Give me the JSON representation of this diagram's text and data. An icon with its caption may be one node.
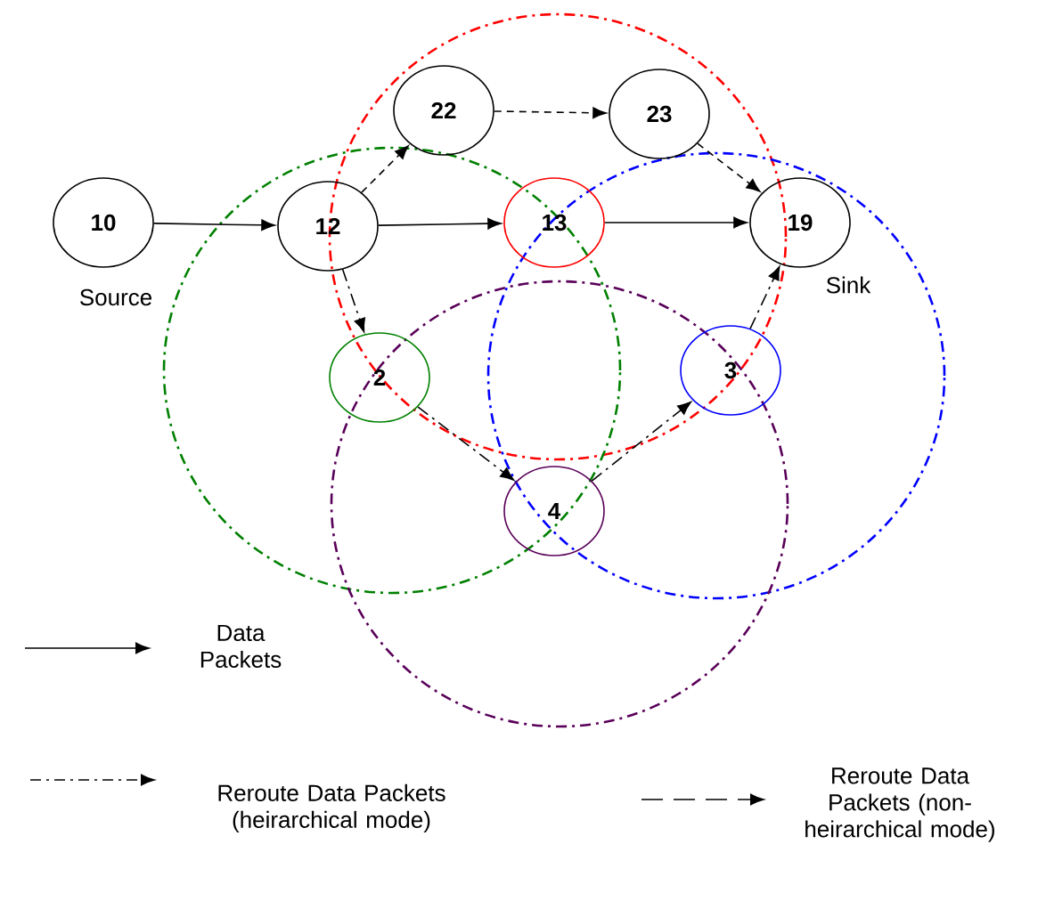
{
  "diagram": {
    "nodes": [
      {
        "text": [
          "10"
        ],
        "beside": [
          "Source"
        ]
      },
      {
        "text": [
          "12"
        ]
      },
      {
        "text": [
          "22"
        ]
      },
      {
        "text": [
          "23"
        ]
      },
      {
        "text": [
          "13"
        ]
      },
      {
        "text": [
          "19"
        ],
        "beside": [
          "Sink"
        ]
      },
      {
        "text": [
          "2"
        ]
      },
      {
        "text": [
          "3"
        ]
      },
      {
        "text": [
          "4"
        ]
      }
    ],
    "edges": [
      {
        "from": 0,
        "to": 1,
        "arrow": "to"
      },
      {
        "from": 1,
        "to": 4,
        "arrow": "to"
      },
      {
        "from": 4,
        "to": 5,
        "arrow": "to"
      },
      {
        "from": 1,
        "to": 2,
        "arrow": "to",
        "style": "dashed"
      },
      {
        "from": 2,
        "to": 3,
        "arrow": "to",
        "style": "dashed"
      },
      {
        "from": 3,
        "to": 5,
        "arrow": "to",
        "style": "dashed"
      },
      {
        "from": 1,
        "to": 6,
        "arrow": "to",
        "style": "dashed"
      },
      {
        "from": 6,
        "to": 8,
        "arrow": "to",
        "style": "dashed"
      },
      {
        "from": 8,
        "to": 7,
        "arrow": "to",
        "style": "dashed"
      },
      {
        "from": 7,
        "to": 5,
        "arrow": "to",
        "style": "dashed"
      }
    ],
    "legend": [
      {
        "text": "Data Packets"
      },
      {
        "text": "Reroute Data Packets (heirarchical mode)"
      },
      {
        "text": "Reroute Data Packets (non-heirarchical mode)"
      }
    ]
  }
}
